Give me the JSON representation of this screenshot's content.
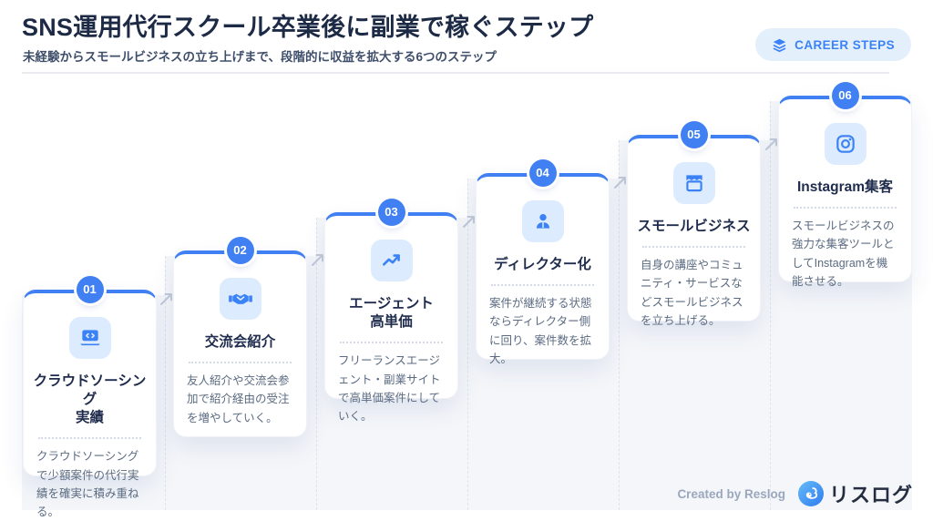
{
  "header": {
    "title": "SNS運用代行スクール卒業後に副業で稼ぐステップ",
    "subtitle": "未経験からスモールビジネスの立ち上げまで、段階的に収益を拡大する6つのステップ",
    "badge_label": "CAREER STEPS"
  },
  "steps": [
    {
      "number": "01",
      "icon": "laptop-code-icon",
      "title": "クラウドソーシング\n実績",
      "description": "クラウドソーシングで少額案件の代行実績を確実に積み重ねる。"
    },
    {
      "number": "02",
      "icon": "handshake-icon",
      "title": "交流会紹介",
      "description": "友人紹介や交流会参加で紹介経由の受注を増やしていく。"
    },
    {
      "number": "03",
      "icon": "trending-up-icon",
      "title": "エージェント\n高単価",
      "description": "フリーランスエージェント・副業サイトで高単価案件にしていく。"
    },
    {
      "number": "04",
      "icon": "director-user-icon",
      "title": "ディレクター化",
      "description": "案件が継続する状態ならディレクター側に回り、案件数を拡大。"
    },
    {
      "number": "05",
      "icon": "storefront-icon",
      "title": "スモールビジネス",
      "description": "自身の講座やコミュニティ・サービスなどスモールビジネスを立ち上げる。"
    },
    {
      "number": "06",
      "icon": "instagram-icon",
      "title": "Instagram集客",
      "description": "スモールビジネスの強力な集客ツールとしてInstagramを機能させる。"
    }
  ],
  "footer": {
    "credit": "Created by Reslog",
    "logo_text": "リスログ"
  },
  "colors": {
    "accent": "#4080f2",
    "accent_light": "#dcebfd",
    "badge_bg": "#e4effc",
    "ghost_gray": "#f4f6f9",
    "heading_text": "#1c2a45",
    "body_text": "#5b6b82"
  }
}
